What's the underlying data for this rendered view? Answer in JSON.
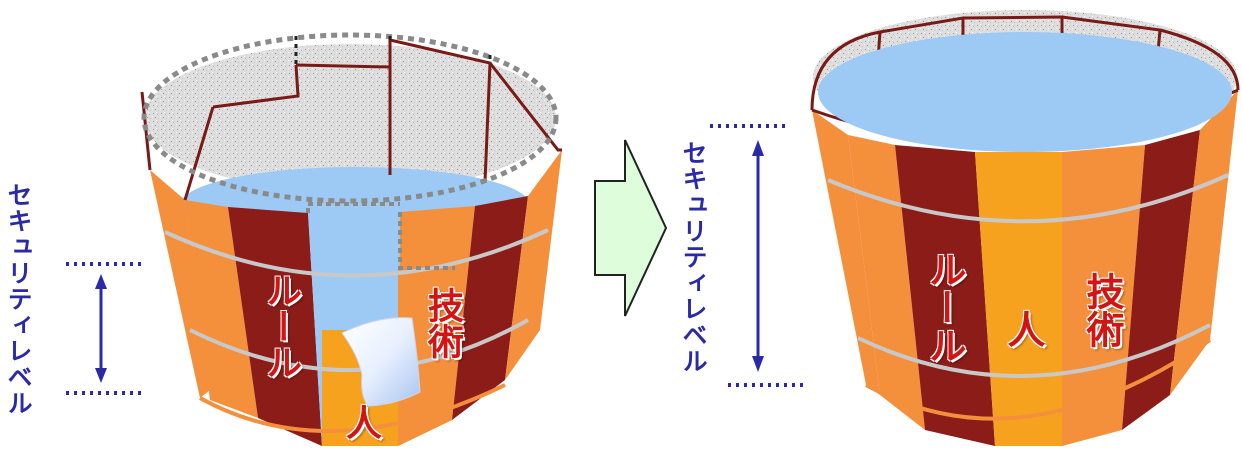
{
  "left_bucket": {
    "label_rule": "ルール",
    "label_tech": "技術",
    "label_person": "人",
    "security_level_label": "セキュリティレベル"
  },
  "right_bucket": {
    "label_rule": "ルール",
    "label_tech": "技術",
    "label_person": "人",
    "security_level_label": "セキュリティレベル"
  },
  "colors": {
    "stave_orange": "#f4903c",
    "stave_dark": "#8c1c18",
    "stave_amber": "#f7a21f",
    "water": "#9ccaf5",
    "label_red": "#d21414",
    "level_blue": "#2a2aa8",
    "arrow_fill": "#ddfddb"
  }
}
